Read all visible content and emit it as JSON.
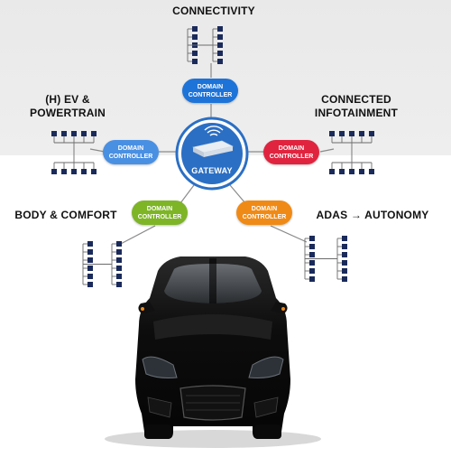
{
  "labels": {
    "connectivity": "CONNECTIVITY",
    "ev_line1": "(H) EV &",
    "ev_line2": "POWERTRAIN",
    "connected_line1": "CONNECTED",
    "connected_line2": "INFOTAINMENT",
    "body_comfort": "BODY & COMFORT",
    "adas": "ADAS → AUTONOMY"
  },
  "gateway": {
    "label": "GATEWAY"
  },
  "controllers": [
    {
      "line1": "DOMAIN",
      "line2": "CONTROLLER",
      "color": "#1e73d8"
    },
    {
      "line1": "DOMAIN",
      "line2": "CONTROLLER",
      "color": "#4a90e2"
    },
    {
      "line1": "DOMAIN",
      "line2": "CONTROLLER",
      "color": "#e0243f"
    },
    {
      "line1": "DOMAIN",
      "line2": "CONTROLLER",
      "color": "#7db527"
    },
    {
      "line1": "DOMAIN",
      "line2": "CONTROLLER",
      "color": "#f08a16"
    }
  ],
  "colors": {
    "node": "#1a2a5a",
    "connector": "#8a8a8a",
    "gateway_ring": "#2b6fc4"
  }
}
